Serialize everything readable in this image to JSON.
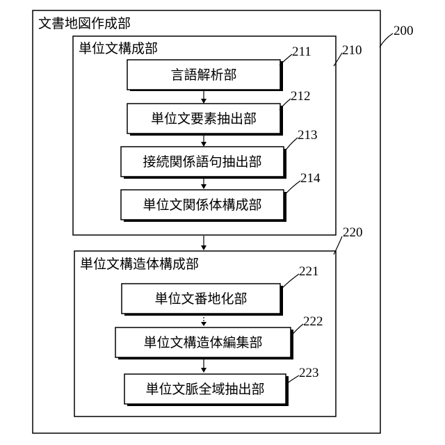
{
  "outer": {
    "label": "文書地図作成部",
    "ref": "200"
  },
  "group1": {
    "label": "単位文構成部",
    "ref": "210",
    "boxes": [
      {
        "label": "言語解析部",
        "ref": "211"
      },
      {
        "label": "単位文要素抽出部",
        "ref": "212"
      },
      {
        "label": "接続関係語句抽出部",
        "ref": "213"
      },
      {
        "label": "単位文関係体構成部",
        "ref": "214"
      }
    ]
  },
  "group2": {
    "label": "単位文構造体構成部",
    "ref": "220",
    "boxes": [
      {
        "label": "単位文番地化部",
        "ref": "221"
      },
      {
        "label": "単位文構造体編集部",
        "ref": "222"
      },
      {
        "label": "単位文脈全域抽出部",
        "ref": "223"
      }
    ]
  }
}
